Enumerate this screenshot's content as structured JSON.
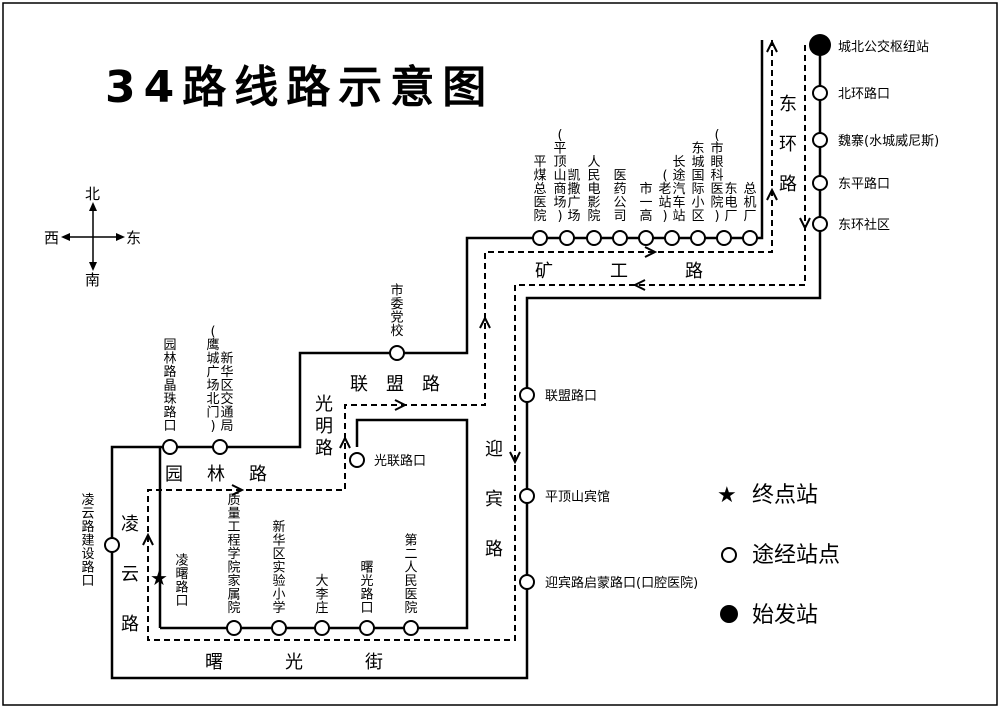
{
  "title": "34路线路示意图",
  "compass": {
    "north": "北",
    "south": "南",
    "west": "西",
    "east": "东"
  },
  "roads": {
    "east_ring": "东环路",
    "mine": "矿工路",
    "alliance": "联盟路",
    "guangming": "光明路",
    "garden": "园林路",
    "lingyun": "凌云路",
    "yingbin": "迎宾路",
    "shuguang": "曙光街"
  },
  "stations": {
    "origin": "城北公交枢纽站",
    "beihuan": "北环路口",
    "weizhai": "魏寨(水城威尼斯)",
    "dongping": "东平路口",
    "donghuan_sq": "东环社区",
    "zongjichang": "总机厂",
    "dongdianchang": "东电厂(市眼科医院)",
    "dongcheng": "东城国际小区",
    "changtu": "长途汽车站(老站)",
    "shiyigao": "市一高",
    "yiyao": "医药公司",
    "renmin": "人民电影院",
    "kaisa": "凯撒广场(平顶山商场)",
    "pingmei": "平煤总医院",
    "shiweidangxiao": "市委党校",
    "xinhua": "新华区交通局(鹰城广场北门)",
    "yuanlin": "园林路晶珠路口",
    "lingyun": "凌云路建设路口",
    "guanglian": "光联路口",
    "lingshu": "凌曙路口",
    "zhiliang": "质量工程学院家属院",
    "xinhua_school": "新华区实验小学",
    "daliz": "大李庄",
    "shuguang": "曙光路口",
    "dier": "第二人民医院",
    "lianmeng": "联盟路口",
    "binguan": "平顶山宾馆",
    "qimeng": "迎宾路启蒙路口(口腔医院)"
  },
  "legend": {
    "terminal": "终点站",
    "stop": "途经站点",
    "origin": "始发站"
  }
}
